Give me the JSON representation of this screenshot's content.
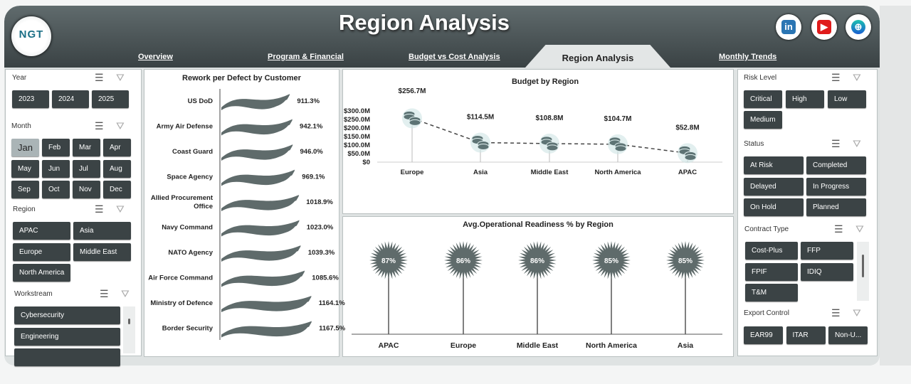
{
  "header": {
    "title": "Region Analysis",
    "logo_text": "NGT",
    "nav": [
      "Overview",
      "Program & Financial",
      "Budget vs Cost  Analysis",
      "Region Analysis",
      "Monthly Trends"
    ],
    "social": [
      "linkedin-icon",
      "youtube-icon",
      "globe-icon"
    ]
  },
  "slicers": {
    "year": {
      "label": "Year",
      "items": [
        "2023",
        "2024",
        "2025"
      ]
    },
    "month": {
      "label": "Month",
      "items": [
        "Jan",
        "Feb",
        "Mar",
        "Apr",
        "May",
        "Jun",
        "Jul",
        "Aug",
        "Sep",
        "Oct",
        "Nov",
        "Dec"
      ],
      "selected": "Jan"
    },
    "region": {
      "label": "Region",
      "items": [
        "APAC",
        "Asia",
        "Europe",
        "Middle East",
        "North America"
      ]
    },
    "workstream": {
      "label": "Workstream",
      "items": [
        "Cybersecurity",
        "Engineering",
        ""
      ]
    },
    "risk": {
      "label": "Risk Level",
      "items": [
        "Critical",
        "High",
        "Low",
        "Medium"
      ]
    },
    "status": {
      "label": "Status",
      "items": [
        "At Risk",
        "Completed",
        "Delayed",
        "In Progress",
        "On Hold",
        "Planned"
      ]
    },
    "contract": {
      "label": "Contract Type",
      "items": [
        "Cost-Plus",
        "FFP",
        "FPIF",
        "IDIQ",
        "T&M"
      ]
    },
    "export": {
      "label": "Export Control",
      "items": [
        "EAR99",
        "ITAR",
        "Non-U..."
      ]
    }
  },
  "chart_data": [
    {
      "type": "bar",
      "title": "Rework per Defect by Customer",
      "categories": [
        "US DoD",
        "Army Air Defense",
        "Coast Guard",
        "Space Agency",
        "Allied Procurement Office",
        "Navy Command",
        "NATO Agency",
        "Air Force Command",
        "Ministry of Defence",
        "Border Security"
      ],
      "values": [
        911.3,
        942.1,
        946.0,
        969.1,
        1018.9,
        1023.0,
        1039.3,
        1085.6,
        1164.1,
        1167.5
      ],
      "labels": [
        "911.3%",
        "942.1%",
        "946.0%",
        "969.1%",
        "1018.9%",
        "1023.0%",
        "1039.3%",
        "1085.6%",
        "1164.1%",
        "1167.5%"
      ]
    },
    {
      "type": "line",
      "title": "Budget by Region",
      "categories": [
        "Europe",
        "Asia",
        "Middle East",
        "North America",
        "APAC"
      ],
      "values": [
        256.7,
        114.5,
        108.8,
        104.7,
        52.8
      ],
      "labels": [
        "$256.7M",
        "$114.5M",
        "$108.8M",
        "$104.7M",
        "$52.8M"
      ],
      "yticks": [
        "$0",
        "$50.0M",
        "$100.0M",
        "$150.0M",
        "$200.0M",
        "$250.0M",
        "$300.0M"
      ],
      "ylim": [
        0,
        300
      ]
    },
    {
      "type": "scatter",
      "title": "Avg.Operational Readiness % by Region",
      "categories": [
        "APAC",
        "Europe",
        "Middle East",
        "North America",
        "Asia"
      ],
      "values": [
        87,
        86,
        86,
        85,
        85
      ],
      "labels": [
        "87%",
        "86%",
        "86%",
        "85%",
        "85%"
      ]
    }
  ],
  "colors": {
    "button": "#3b4345",
    "header": "#4a5355",
    "chart": "#5f6b6b"
  }
}
